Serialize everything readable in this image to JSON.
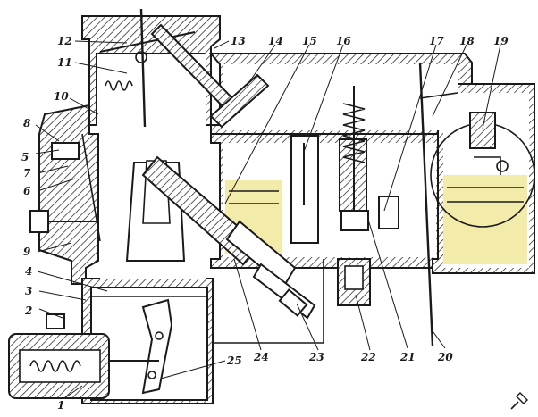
{
  "colors": {
    "fuel": "#f3ebaa",
    "ink": "#1a1a1a",
    "background": "#ffffff"
  },
  "labels": [
    "1",
    "2",
    "3",
    "4",
    "5",
    "6",
    "7",
    "8",
    "9",
    "10",
    "11",
    "12",
    "13",
    "14",
    "15",
    "16",
    "17",
    "18",
    "19",
    "20",
    "21",
    "22",
    "23",
    "24",
    "25"
  ],
  "icons": [
    "pin-icon"
  ]
}
